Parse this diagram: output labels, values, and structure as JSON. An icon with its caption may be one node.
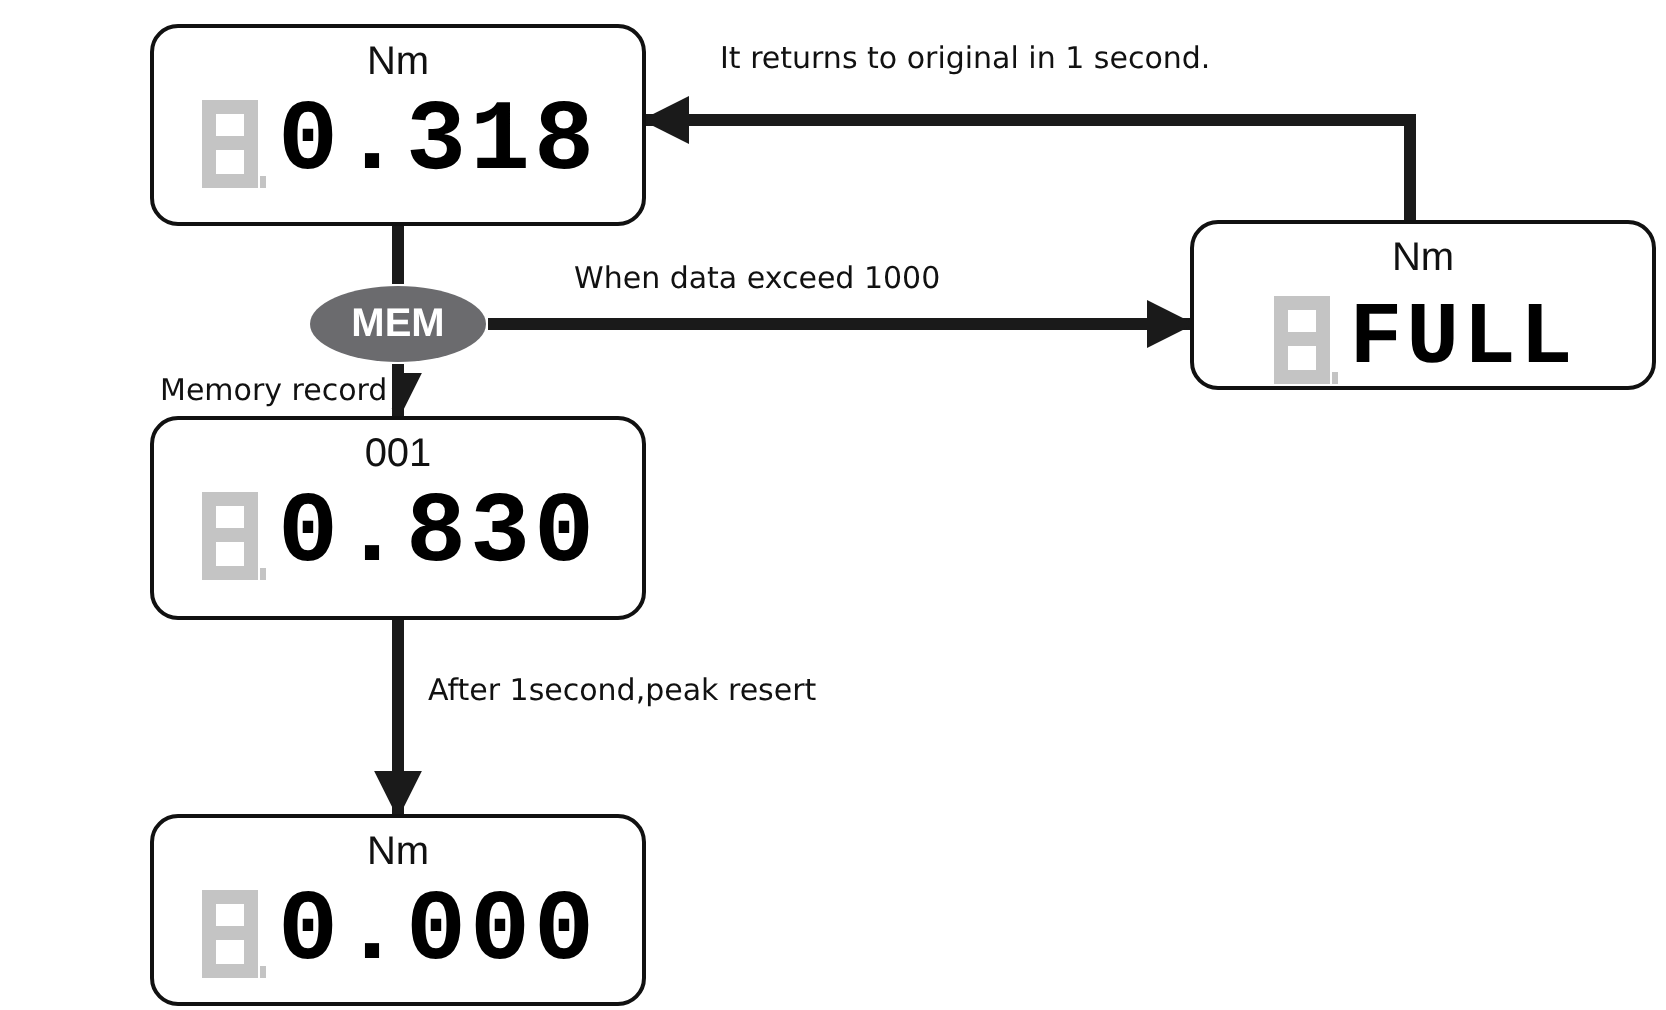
{
  "diagram": {
    "nodes": [
      {
        "text": [
          "Nm",
          "0.318"
        ]
      },
      {
        "text": [
          "MEM"
        ]
      },
      {
        "text": [
          "001",
          "0.830"
        ]
      },
      {
        "text": [
          "Nm",
          "FULL"
        ]
      },
      {
        "text": [
          "Nm",
          "0.000"
        ]
      }
    ],
    "edges": [
      {
        "from": 0,
        "to": 1,
        "arrow": "none"
      },
      {
        "from": 1,
        "to": 2,
        "arrow": "to",
        "label": "Memory record"
      },
      {
        "from": 1,
        "to": 3,
        "arrow": "to",
        "label": "When data exceed 1000"
      },
      {
        "from": 3,
        "to": 0,
        "arrow": "to",
        "label": "It returns to original in 1 second."
      },
      {
        "from": 2,
        "to": 4,
        "arrow": "to",
        "label": "After 1second,peak resert"
      }
    ]
  }
}
